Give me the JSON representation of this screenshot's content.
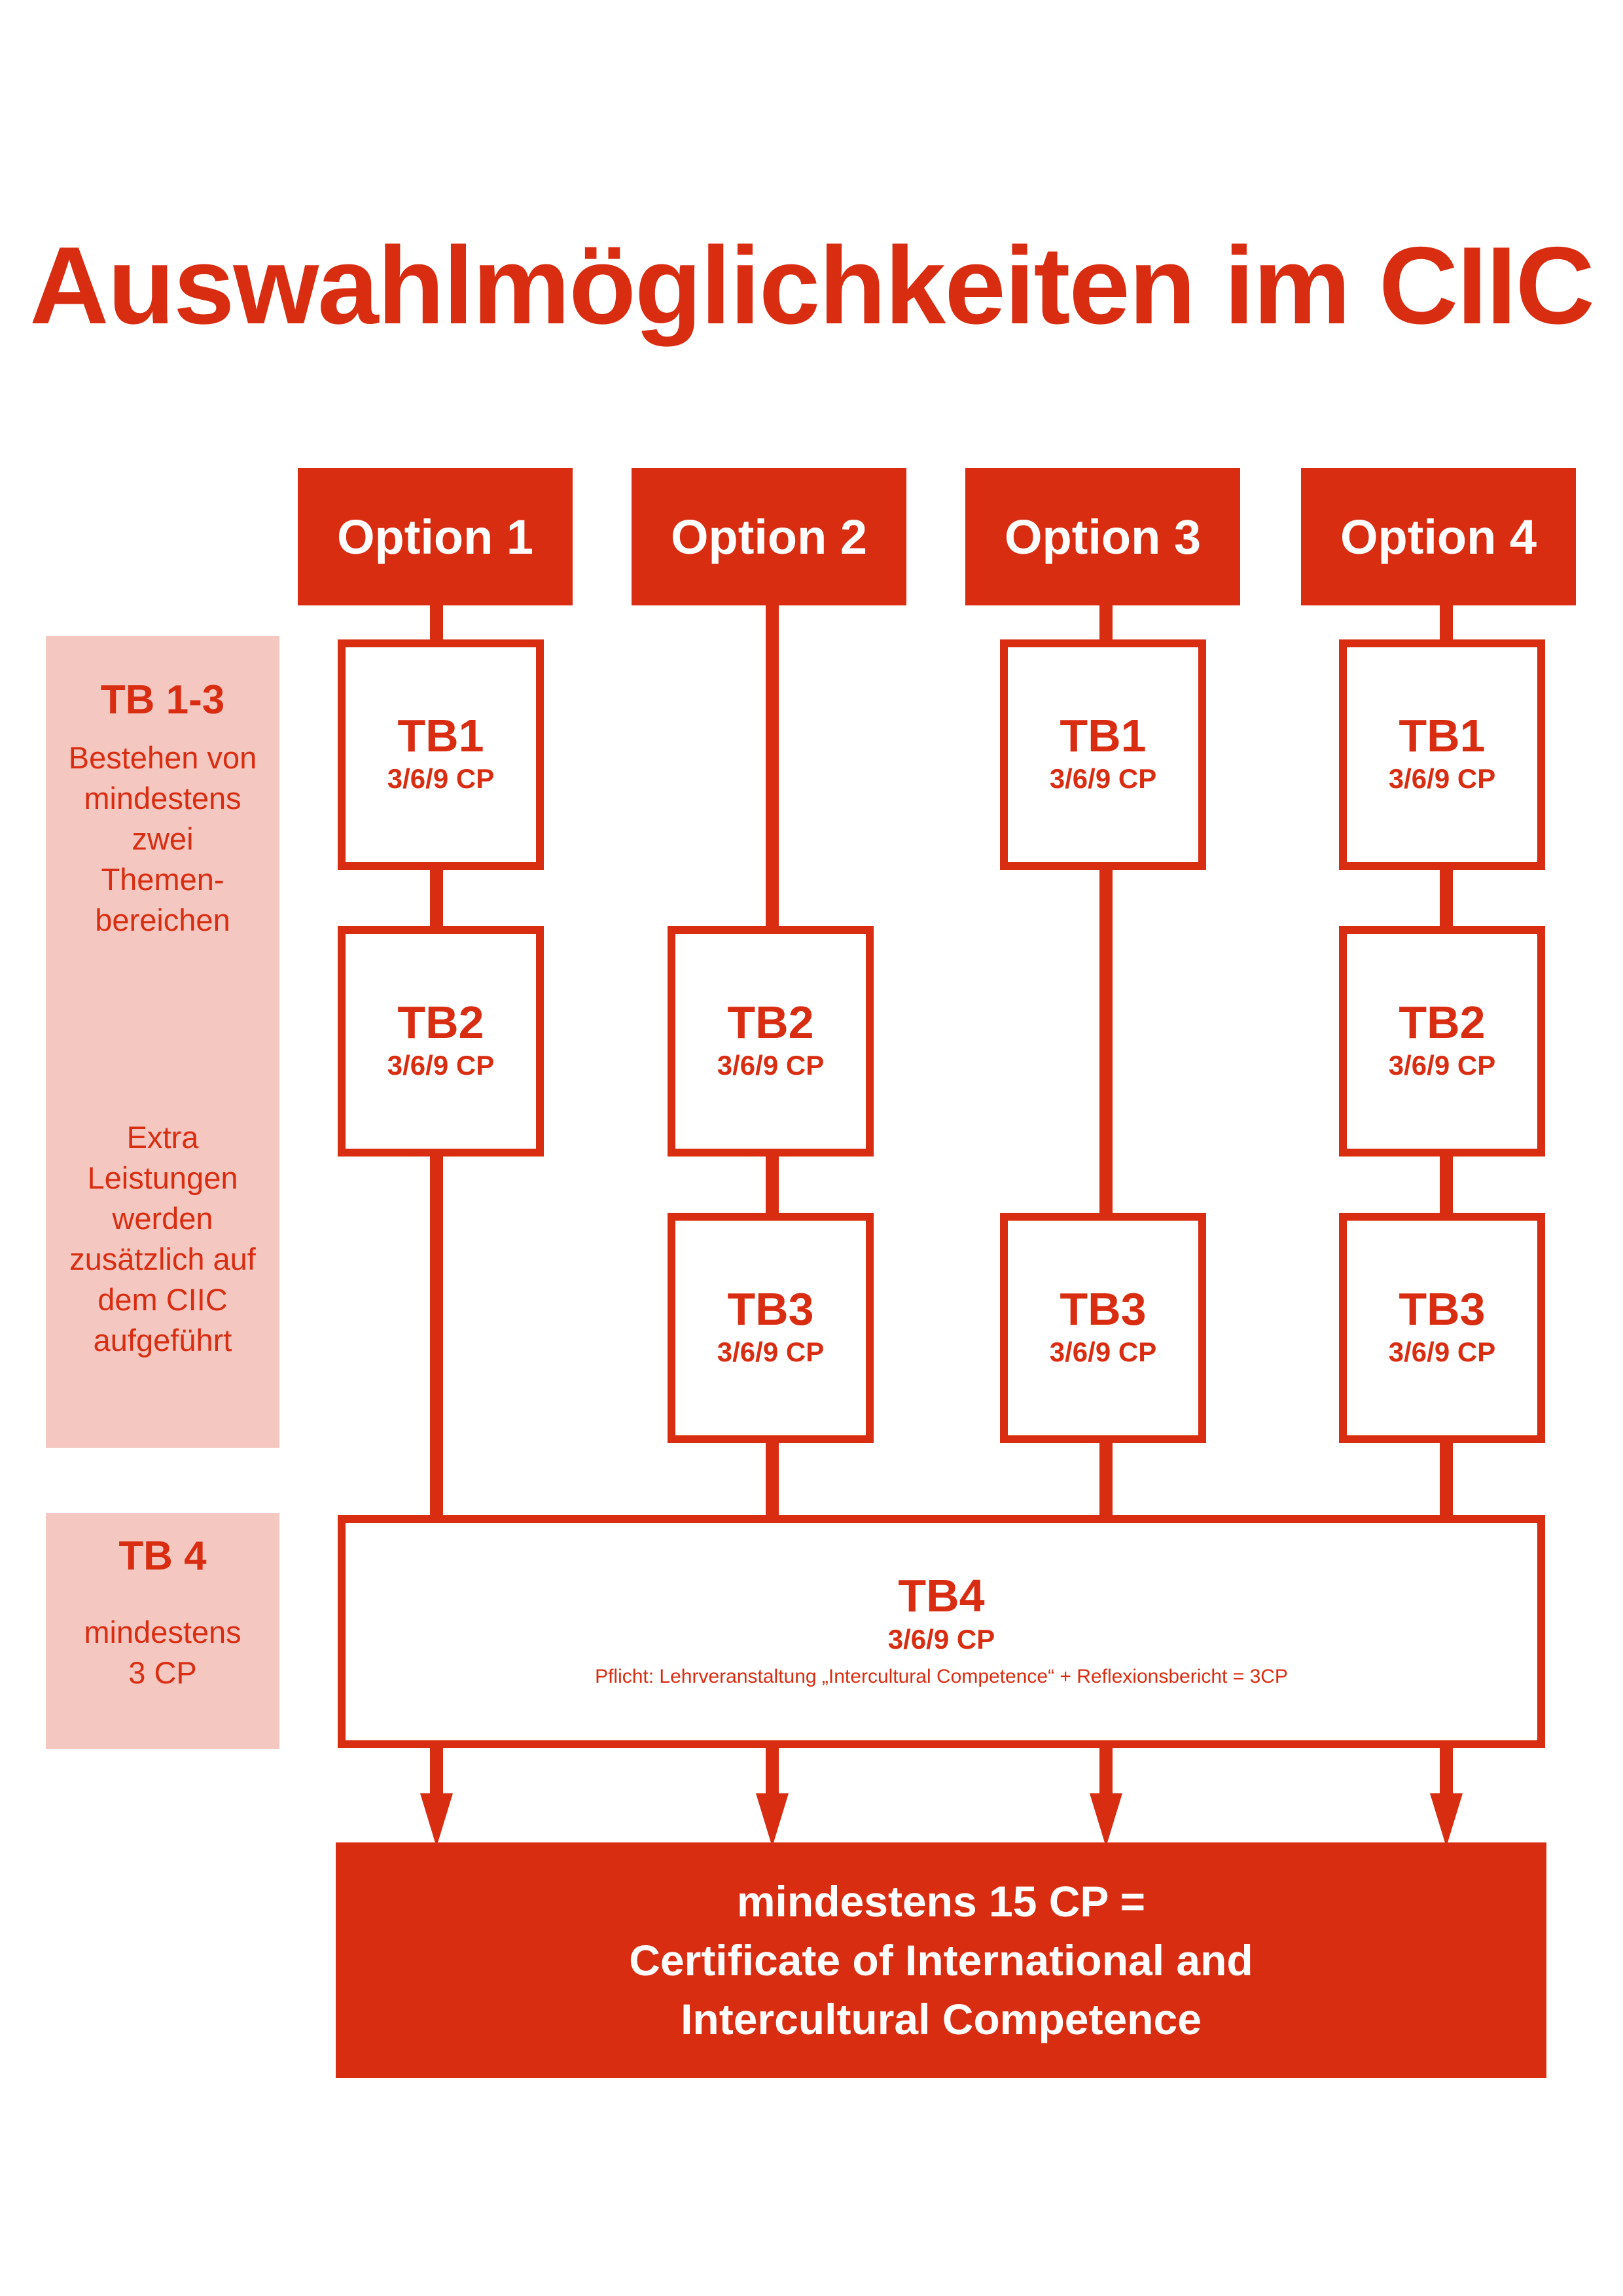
{
  "title": "Auswahlmöglichkeiten im CIIC",
  "options": [
    "Option 1",
    "Option 2",
    "Option 3",
    "Option 4"
  ],
  "sidebar": {
    "tb13": {
      "heading": "TB 1-3",
      "text1": [
        "Bestehen von",
        "mindestens",
        "zwei",
        "Themen-",
        "bereichen"
      ],
      "text2": [
        "Extra",
        "Leistungen",
        "werden",
        "zusätzlich auf",
        "dem CIIC",
        "aufgeführt"
      ]
    },
    "tb4": {
      "heading": "TB 4",
      "text": [
        "mindestens",
        "3 CP"
      ]
    }
  },
  "blocks": {
    "tb1": "TB1",
    "tb2": "TB2",
    "tb3": "TB3",
    "cp": "3/6/9 CP"
  },
  "tb4": {
    "name": "TB4",
    "cp": "3/6/9 CP",
    "note": "Pflicht: Lehrveranstaltung „Intercultural Competence“ + Reflexionsbericht = 3CP"
  },
  "result": {
    "line1": "mindestens 15 CP =",
    "line2": "Certificate of International and",
    "line3": "Intercultural Competence"
  },
  "colors": {
    "accent": "#d92d12",
    "side_bg": "#f4c7c0",
    "background": "#ffffff"
  }
}
